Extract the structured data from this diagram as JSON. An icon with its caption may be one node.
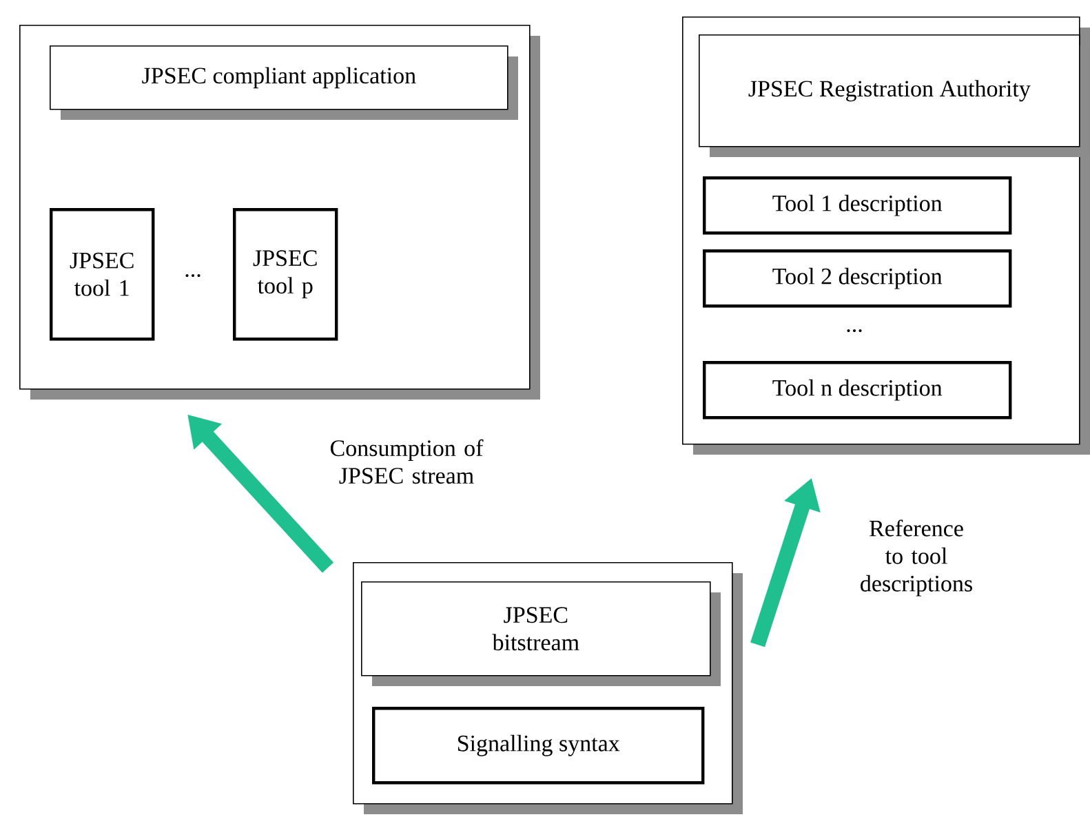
{
  "diagram": {
    "nodes": [
      {
        "text": [],
        "shape": "box"
      },
      {
        "text": [
          "JPSEC compliant application"
        ],
        "in": 0
      },
      {
        "text": [
          "JPSEC tool 1"
        ],
        "in": 0
      },
      {
        "text": [
          "JPSEC tool p"
        ],
        "in": 0
      },
      {
        "text": [],
        "shape": "box"
      },
      {
        "text": [
          "JPSEC Registration Authority"
        ],
        "in": 4
      },
      {
        "text": [
          "Tool 1 description"
        ],
        "in": 4
      },
      {
        "text": [
          "Tool 2 description"
        ],
        "in": 4
      },
      {
        "text": [
          "Tool n description"
        ],
        "in": 4
      },
      {
        "text": [],
        "shape": "box"
      },
      {
        "text": [
          "JPSEC bitstream"
        ],
        "in": 9
      },
      {
        "text": [
          "Signalling syntax"
        ],
        "in": 9
      }
    ],
    "edges": [
      {
        "from": 9,
        "to": 0,
        "arrow": "to",
        "label": "Consumption of JPSEC stream"
      },
      {
        "from": 9,
        "to": 4,
        "arrow": "to",
        "label": "Reference to tool descriptions"
      }
    ],
    "labels": [
      "...",
      "..."
    ]
  }
}
